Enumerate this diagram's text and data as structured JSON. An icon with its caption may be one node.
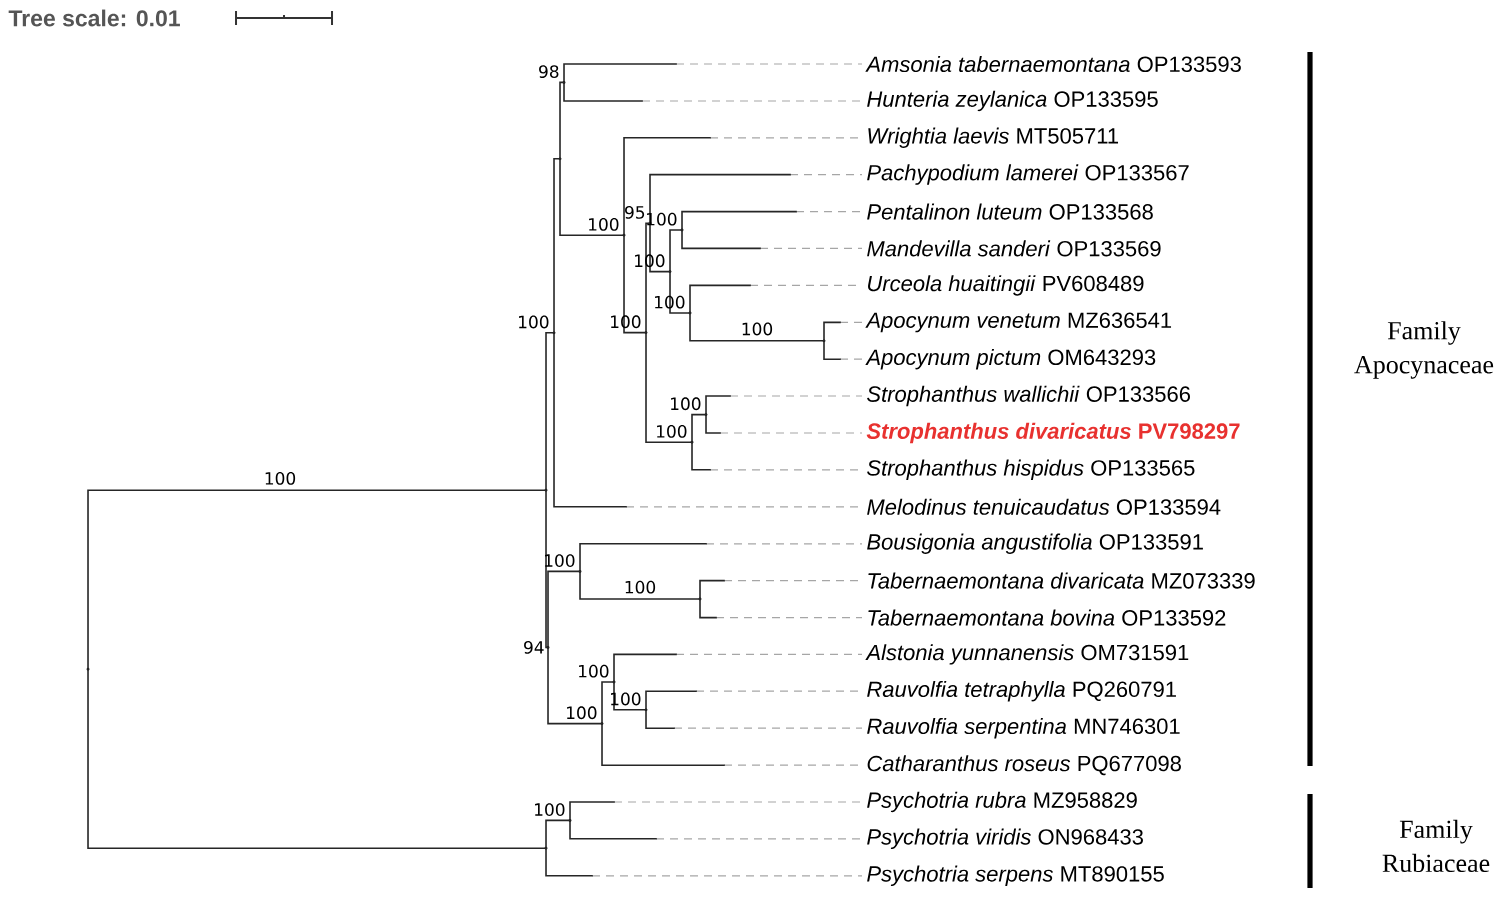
{
  "diagram": {
    "nodes": [
      {
        "text": [
          "*Amsonia tabernaemontana* OP133593"
        ]
      },
      {
        "text": [
          "*Hunteria zeylanica* OP133595"
        ]
      },
      {
        "text": [
          "*Wrightia laevis* MT505711"
        ]
      },
      {
        "text": [
          "*Pachypodium lamerei* OP133567"
        ]
      },
      {
        "text": [
          "*Pentalinon luteum* OP133568"
        ]
      },
      {
        "text": [
          "*Mandevilla sanderi* OP133569"
        ]
      },
      {
        "text": [
          "*Urceola huaitingii* PV608489"
        ]
      },
      {
        "text": [
          "*Apocynum venetum* MZ636541"
        ]
      },
      {
        "text": [
          "*Apocynum pictum* OM643293"
        ]
      },
      {
        "text": [
          "*Strophanthus wallichii* OP133566"
        ]
      },
      {
        "text": [
          "*Strophanthus divaricatus* PV798297"
        ]
      },
      {
        "text": [
          "*Strophanthus hispidus* OP133565"
        ]
      },
      {
        "text": [
          "*Melodinus tenuicaudatus* OP133594"
        ]
      },
      {
        "text": [
          "*Bousigonia angustifolia* OP133591"
        ]
      },
      {
        "text": [
          "*Tabernaemontana divaricata* MZ073339"
        ]
      },
      {
        "text": [
          "*Tabernaemontana bovina* OP133592"
        ]
      },
      {
        "text": [
          "*Alstonia yunnanensis* OM731591"
        ]
      },
      {
        "text": [
          "*Rauvolfia tetraphylla* PQ260791"
        ]
      },
      {
        "text": [
          "*Rauvolfia serpentina* MN746301"
        ]
      },
      {
        "text": [
          "*Catharanthus roseus* PQ677098"
        ]
      },
      {
        "text": [
          "*Psychotria rubra* MZ958829"
        ]
      },
      {
        "text": [
          "*Psychotria viridis* ON968433"
        ]
      },
      {
        "text": [
          "*Psychotria serpens* MT890155"
        ]
      },
      {
        "text": [],
        "shape": "point"
      },
      {
        "text": [],
        "shape": "point"
      },
      {
        "text": [],
        "shape": "point",
        "beside": [
          "100"
        ]
      },
      {
        "text": [],
        "shape": "point"
      },
      {
        "text": [],
        "shape": "point",
        "beside": [
          "98"
        ]
      },
      {
        "text": [],
        "shape": "point",
        "beside": [
          "100"
        ]
      },
      {
        "text": [],
        "shape": "point",
        "beside": [
          "100"
        ]
      },
      {
        "text": [],
        "shape": "point",
        "beside": [
          "95"
        ]
      },
      {
        "text": [],
        "shape": "point",
        "beside": [
          "100"
        ]
      },
      {
        "text": [],
        "shape": "point",
        "beside": [
          "100"
        ]
      },
      {
        "text": [],
        "shape": "point",
        "beside": [
          "100"
        ]
      },
      {
        "text": [],
        "shape": "point"
      },
      {
        "text": [],
        "shape": "point",
        "beside": [
          "100"
        ]
      },
      {
        "text": [],
        "shape": "point",
        "beside": [
          "100"
        ]
      },
      {
        "text": [],
        "shape": "point",
        "beside": [
          "94"
        ]
      },
      {
        "text": [],
        "shape": "point",
        "beside": [
          "100"
        ]
      },
      {
        "text": [],
        "shape": "point"
      },
      {
        "text": [],
        "shape": "point",
        "beside": [
          "100"
        ]
      },
      {
        "text": [],
        "shape": "point",
        "beside": [
          "100"
        ]
      },
      {
        "text": [],
        "shape": "point",
        "beside": [
          "100"
        ]
      },
      {
        "text": [],
        "shape": "point"
      },
      {
        "text": [],
        "shape": "point",
        "beside": [
          "100"
        ]
      }
    ],
    "edges": [
      {
        "from": 23,
        "to": 24,
        "arrow": "none",
        "label": "100"
      },
      {
        "from": 24,
        "to": 25,
        "arrow": "none"
      },
      {
        "from": 25,
        "to": 26,
        "arrow": "none"
      },
      {
        "from": 26,
        "to": 27,
        "arrow": "none"
      },
      {
        "from": 27,
        "to": 0,
        "arrow": "none"
      },
      {
        "from": 27,
        "to": 1,
        "arrow": "none"
      },
      {
        "from": 26,
        "to": 28,
        "arrow": "none"
      },
      {
        "from": 28,
        "to": 2,
        "arrow": "none"
      },
      {
        "from": 28,
        "to": 29,
        "arrow": "none"
      },
      {
        "from": 29,
        "to": 30,
        "arrow": "none"
      },
      {
        "from": 30,
        "to": 3,
        "arrow": "none"
      },
      {
        "from": 30,
        "to": 31,
        "arrow": "none"
      },
      {
        "from": 31,
        "to": 32,
        "arrow": "none"
      },
      {
        "from": 32,
        "to": 4,
        "arrow": "none"
      },
      {
        "from": 32,
        "to": 5,
        "arrow": "none"
      },
      {
        "from": 31,
        "to": 33,
        "arrow": "none"
      },
      {
        "from": 33,
        "to": 6,
        "arrow": "none"
      },
      {
        "from": 33,
        "to": 34,
        "arrow": "none",
        "label": "100"
      },
      {
        "from": 34,
        "to": 7,
        "arrow": "none"
      },
      {
        "from": 34,
        "to": 8,
        "arrow": "none"
      },
      {
        "from": 29,
        "to": 35,
        "arrow": "none"
      },
      {
        "from": 35,
        "to": 36,
        "arrow": "none"
      },
      {
        "from": 36,
        "to": 9,
        "arrow": "none"
      },
      {
        "from": 36,
        "to": 10,
        "arrow": "none"
      },
      {
        "from": 35,
        "to": 11,
        "arrow": "none"
      },
      {
        "from": 25,
        "to": 12,
        "arrow": "none"
      },
      {
        "from": 24,
        "to": 37,
        "arrow": "none"
      },
      {
        "from": 37,
        "to": 38,
        "arrow": "none"
      },
      {
        "from": 38,
        "to": 13,
        "arrow": "none"
      },
      {
        "from": 38,
        "to": 39,
        "arrow": "none",
        "label": "100"
      },
      {
        "from": 39,
        "to": 14,
        "arrow": "none"
      },
      {
        "from": 39,
        "to": 15,
        "arrow": "none"
      },
      {
        "from": 37,
        "to": 40,
        "arrow": "none"
      },
      {
        "from": 40,
        "to": 41,
        "arrow": "none"
      },
      {
        "from": 41,
        "to": 16,
        "arrow": "none"
      },
      {
        "from": 41,
        "to": 42,
        "arrow": "none"
      },
      {
        "from": 42,
        "to": 17,
        "arrow": "none"
      },
      {
        "from": 42,
        "to": 18,
        "arrow": "none"
      },
      {
        "from": 40,
        "to": 19,
        "arrow": "none"
      },
      {
        "from": 23,
        "to": 43,
        "arrow": "none"
      },
      {
        "from": 43,
        "to": 44,
        "arrow": "none"
      },
      {
        "from": 44,
        "to": 20,
        "arrow": "none"
      },
      {
        "from": 44,
        "to": 21,
        "arrow": "none"
      },
      {
        "from": 43,
        "to": 22,
        "arrow": "none"
      }
    ],
    "labels": [
      "Tree scale: 0.01",
      "Family Apocynaceae",
      "Family Rubiaceae"
    ]
  }
}
